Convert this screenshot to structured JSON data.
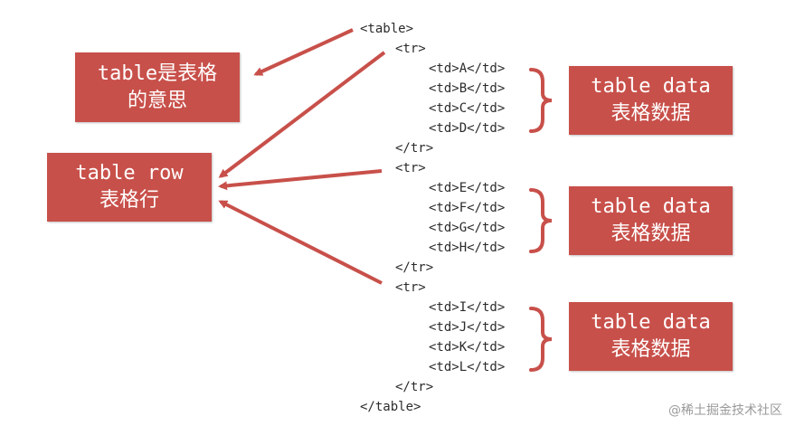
{
  "code_lines": [
    "<table>",
    "<tr>",
    "<td>A</td>",
    "<td>B</td>",
    "<td>C</td>",
    "<td>D</td>",
    "</tr>",
    "<tr>",
    "<td>E</td>",
    "<td>F</td>",
    "<td>G</td>",
    "<td>H</td>",
    "</tr>",
    "<tr>",
    "<td>I</td>",
    "<td>J</td>",
    "<td>K</td>",
    "<td>L</td>",
    "</tr>",
    "</table>"
  ],
  "labels": {
    "table": {
      "line1": "table是表格",
      "line2": "的意思"
    },
    "row": {
      "line1": "table row",
      "line2": "表格行"
    },
    "data1": {
      "line1": "table data",
      "line2": "表格数据"
    },
    "data2": {
      "line1": "table data",
      "line2": "表格数据"
    },
    "data3": {
      "line1": "table data",
      "line2": "表格数据"
    }
  },
  "watermark": "@稀土掘金技术社区",
  "colors": {
    "accent": "#c8504a",
    "text": "#2b2b2b"
  }
}
